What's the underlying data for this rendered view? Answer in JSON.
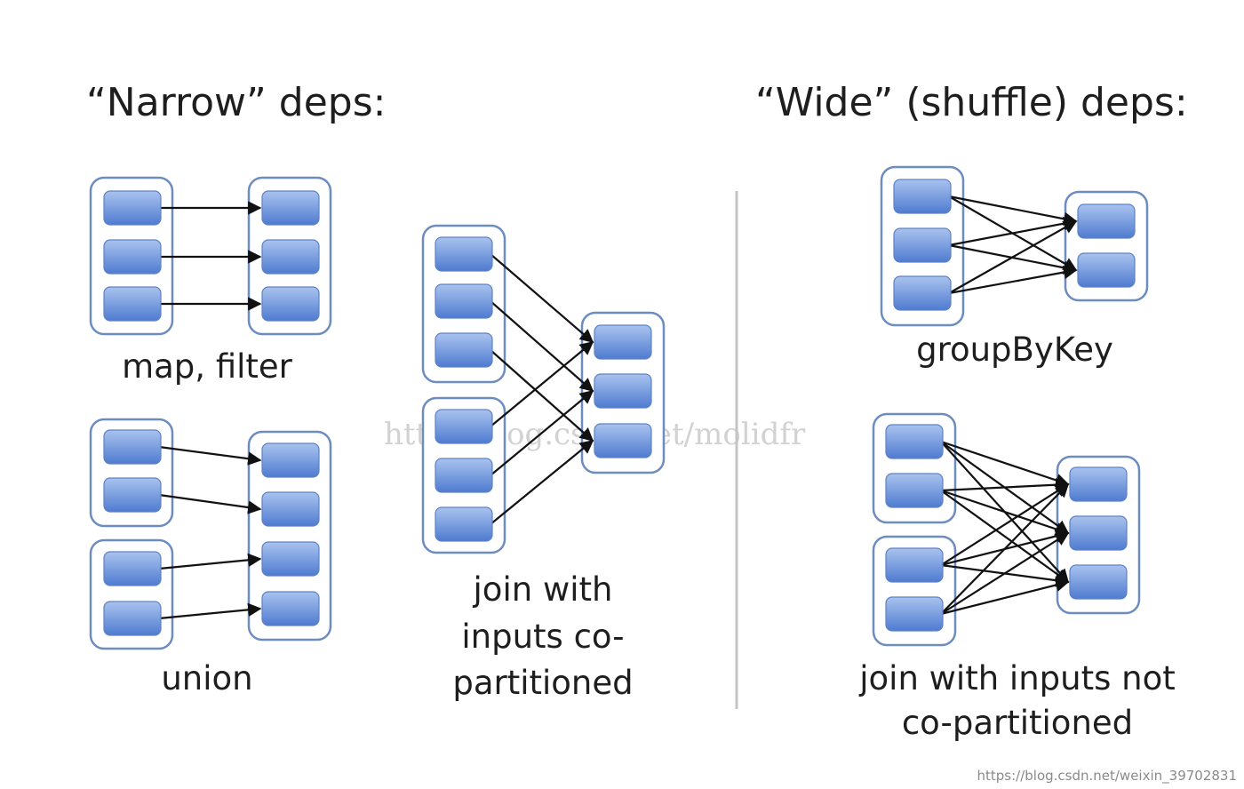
{
  "headings": {
    "narrow": "“Narrow” deps:",
    "wide": "“Wide” (shuffle) deps:"
  },
  "captions": {
    "map_filter": "map, filter",
    "union": "union",
    "join_copart": [
      "join with",
      "inputs co-",
      "partitioned"
    ],
    "group_by_key": "groupByKey",
    "join_not_copart": [
      "join with inputs not",
      "co-partitioned"
    ]
  },
  "watermark": "http://blog.csdn.net/molidfr",
  "credit": "https://blog.csdn.net/weixin_39702831",
  "colors": {
    "partition_top": "#a9c3ee",
    "partition_bottom": "#4f7bd0",
    "group_border": "#6d8cc0",
    "arrow": "#111111",
    "divider": "#c4c4c4"
  }
}
